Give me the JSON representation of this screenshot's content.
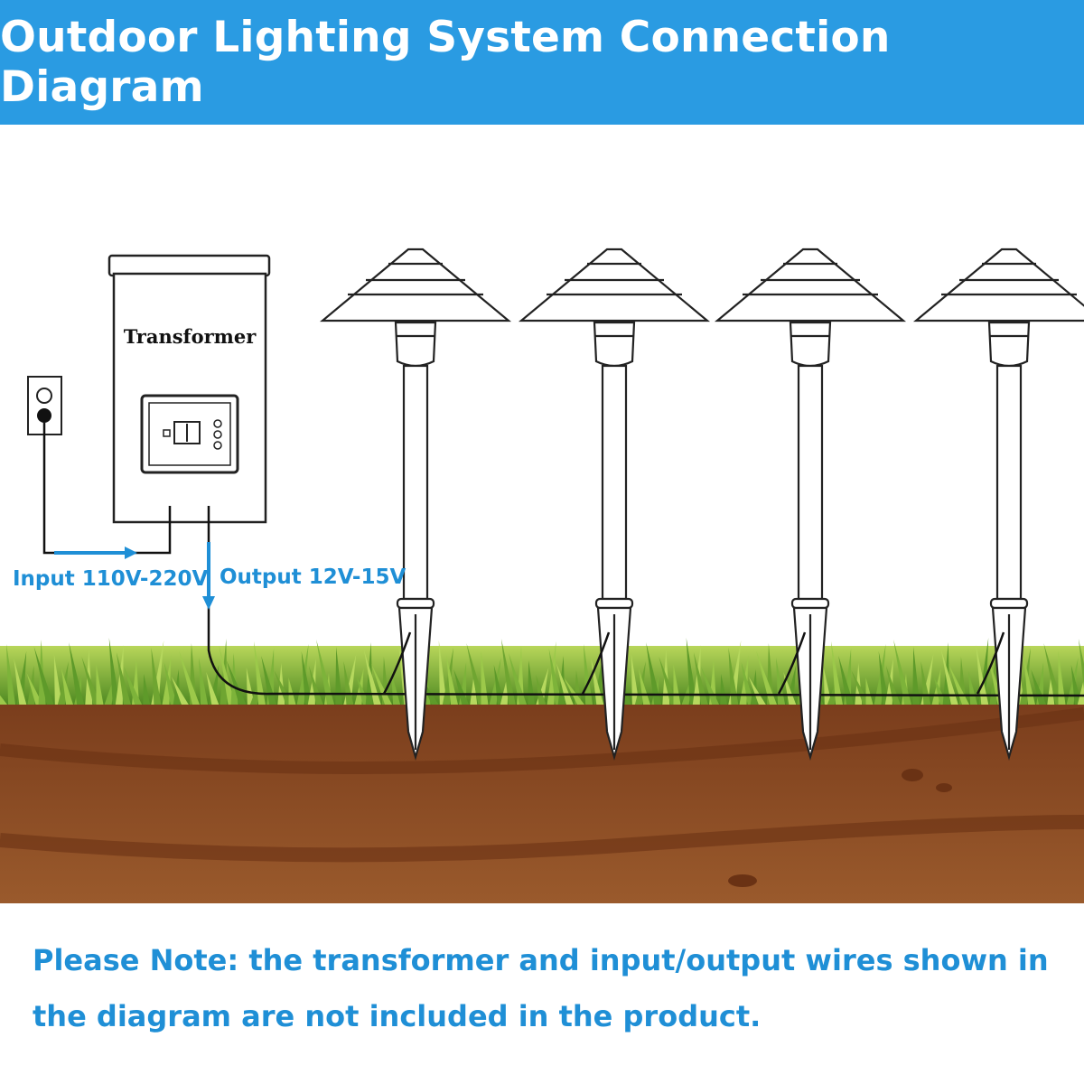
{
  "header": {
    "title": "Outdoor Lighting System Connection Diagram"
  },
  "transformer": {
    "label": "Transformer"
  },
  "wires": {
    "input_label": "Input 110V-220V",
    "output_label": "Output 12V-15V"
  },
  "note": {
    "text": "Please Note: the transformer and input/output wires shown in the diagram are not included in the product."
  },
  "colors": {
    "header_bg": "#2a9be2",
    "accent_blue": "#1f8fd6",
    "soil": "#8a4a22",
    "grass": "#7db33a"
  },
  "icons": [
    "wall-outlet-icon",
    "timer-display-icon",
    "pathway-light-icon"
  ],
  "lights_count": 4
}
